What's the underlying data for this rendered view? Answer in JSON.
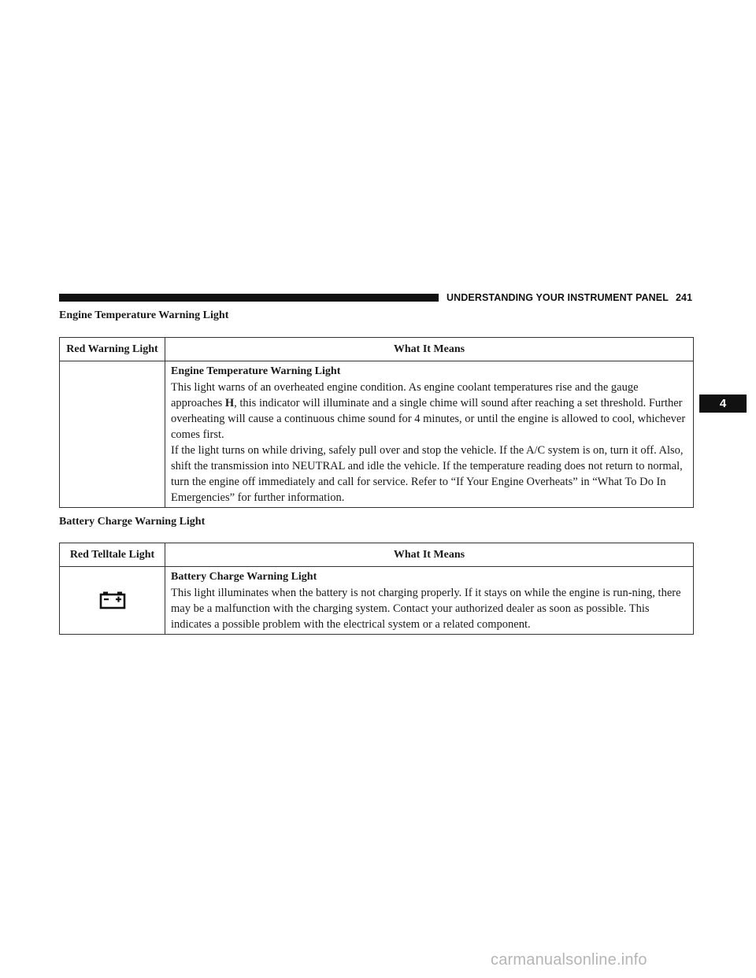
{
  "header": {
    "title": "UNDERSTANDING YOUR INSTRUMENT PANEL",
    "page_number": "241"
  },
  "chapter_tab": "4",
  "sections": [
    {
      "heading": "Engine Temperature Warning Light",
      "col1_header": "Red Warning Light",
      "col2_header": "What It Means",
      "icon": "",
      "desc_title": "Engine Temperature Warning Light",
      "para1_before_bold": "This light warns of an overheated engine condition. As engine coolant temperatures rise and the gauge approaches ",
      "para1_bold": "H",
      "para1_after_bold": ", this indicator will illuminate and a single chime will sound after reaching a set threshold. Further overheating will cause a continuous chime sound for 4 minutes, or until the engine is allowed to cool, whichever comes first.",
      "para2": "If the light turns on while driving, safely pull over and stop the vehicle. If the A/C system is on, turn it off. Also, shift the transmission into NEUTRAL and idle the vehicle. If the temperature reading does not return to normal, turn the engine off immediately and call for service. Refer to “If Your Engine Overheats” in “What To Do In Emergencies” for further information."
    },
    {
      "heading": "Battery Charge Warning Light",
      "col1_header": "Red Telltale Light",
      "col2_header": "What It Means",
      "icon": "battery-icon",
      "desc_title": "Battery Charge Warning Light",
      "para1": "This light illuminates when the battery is not charging properly. If it stays on while the engine is run-ning, there may be a malfunction with the charging system. Contact your authorized dealer as soon as possible. This indicates a possible problem with the electrical system or a related component."
    }
  ],
  "watermark": "carmanualsonline.info"
}
